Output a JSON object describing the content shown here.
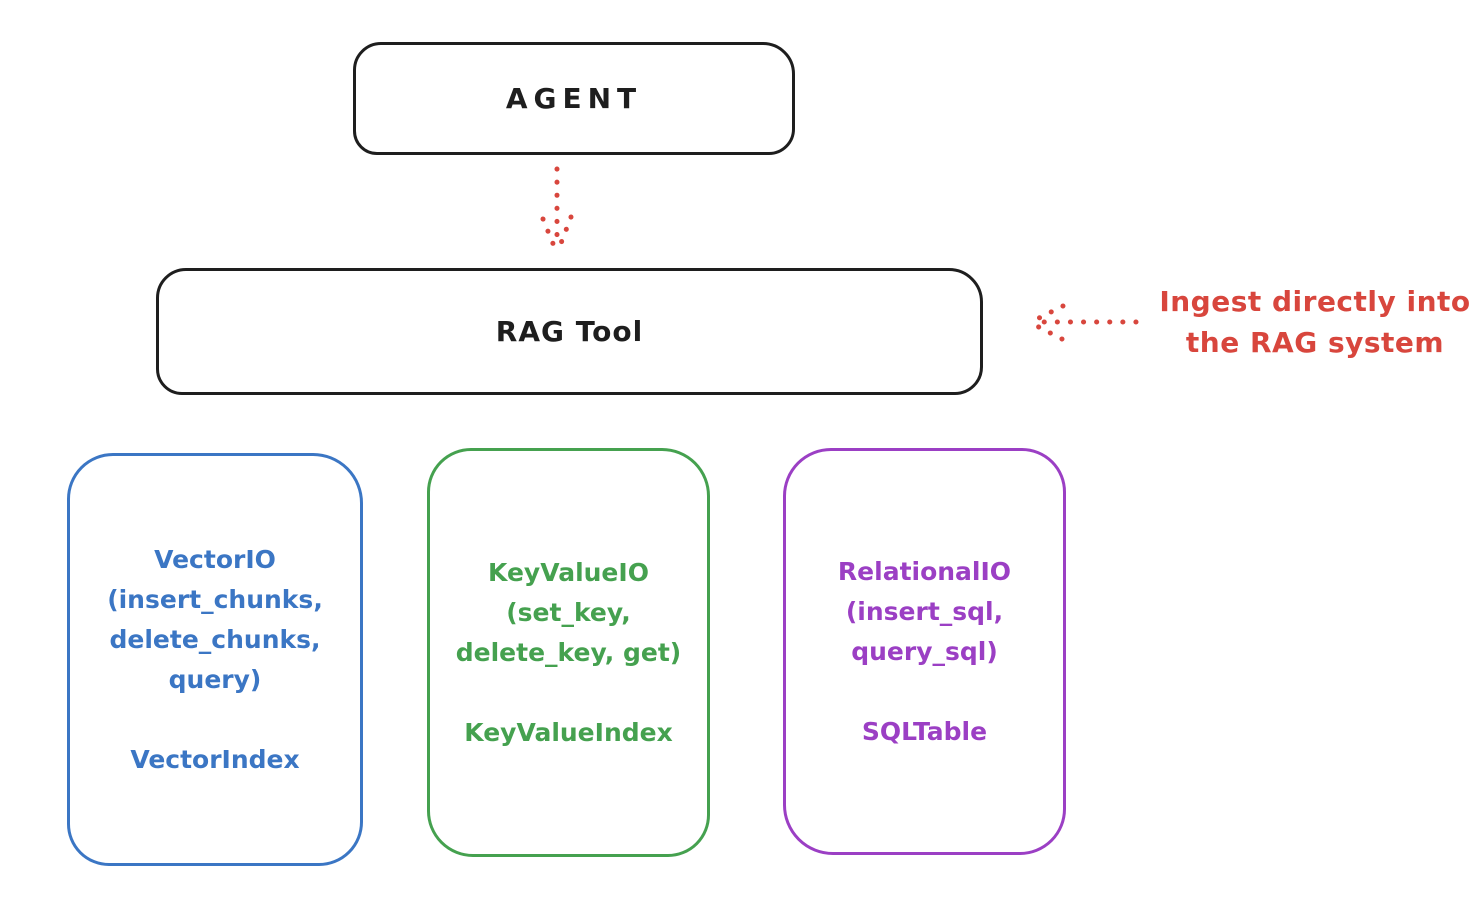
{
  "diagram": {
    "colors": {
      "ink": "#1e1e1e",
      "red": "#d8463d",
      "blue": "#3b76c4",
      "green": "#45a14f",
      "purple": "#9b3fc4",
      "background": "#ffffff"
    },
    "agent_box": {
      "label": "AGENT"
    },
    "rag_tool_box": {
      "label": "RAG Tool"
    },
    "ingest_annotation": {
      "line1": "Ingest directly into",
      "line2": "the RAG system"
    },
    "arrows": [
      {
        "name": "agent-to-rag-tool",
        "style": "dotted",
        "direction": "down",
        "color": "#d8463d"
      },
      {
        "name": "ingest-into-rag-tool",
        "style": "dotted",
        "direction": "left",
        "color": "#d8463d"
      }
    ],
    "io_boxes": [
      {
        "id": "vector-io",
        "color": "#3b76c4",
        "lines": [
          "VectorIO",
          "(insert_chunks,",
          "delete_chunks,",
          "query)"
        ],
        "index_label": "VectorIndex"
      },
      {
        "id": "keyvalue-io",
        "color": "#45a14f",
        "lines": [
          "KeyValueIO",
          "(set_key,",
          "delete_key, get)"
        ],
        "index_label": "KeyValueIndex"
      },
      {
        "id": "relational-io",
        "color": "#9b3fc4",
        "lines": [
          "RelationalIO",
          "(insert_sql,",
          "query_sql)"
        ],
        "index_label": "SQLTable"
      }
    ]
  }
}
